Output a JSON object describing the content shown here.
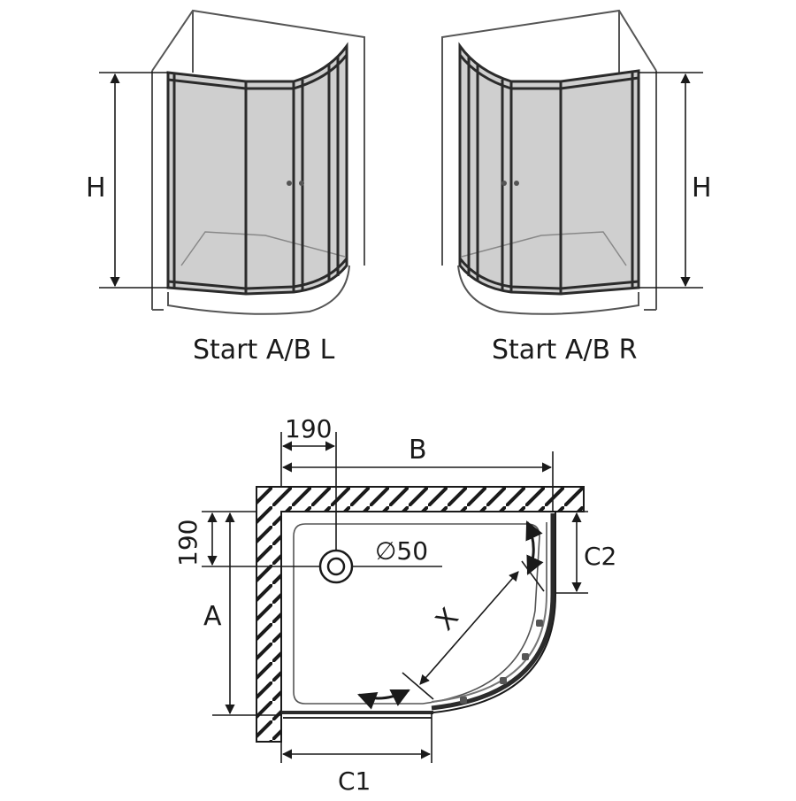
{
  "views": {
    "left": {
      "caption": "Start A/B L",
      "height_label": "H"
    },
    "right": {
      "caption": "Start A/B R",
      "height_label": "H"
    }
  },
  "plan": {
    "offset_top_label": "190",
    "width_label": "B",
    "offset_left_label": "190",
    "depth_label": "A",
    "drain_label": "∅50",
    "door_label": "X",
    "side_c2_label": "C2",
    "side_c1_label": "C1"
  },
  "colors": {
    "line": "#1a1a1a",
    "glass": "#cfcfcf",
    "frame": "#2b2b2b",
    "wall": "#ffffff"
  }
}
